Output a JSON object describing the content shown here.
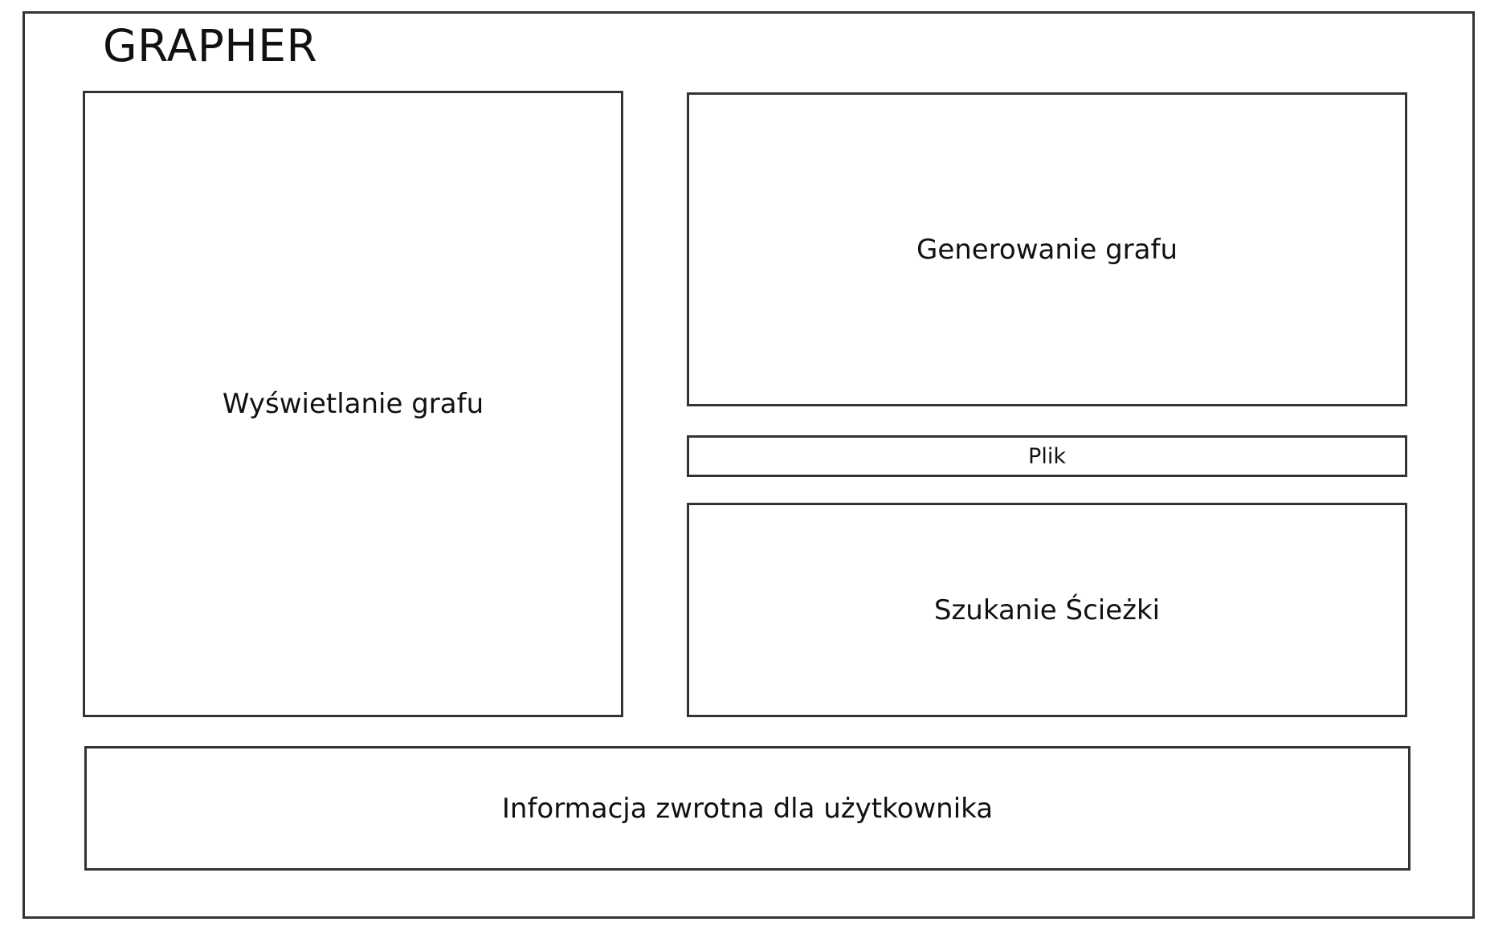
{
  "title": "GRAPHER",
  "panels": {
    "display": "Wyświetlanie grafu",
    "generate": "Generowanie grafu",
    "file": "Plik",
    "path_search": "Szukanie Ścieżki",
    "feedback": "Informacja zwrotna dla użytkownika"
  }
}
